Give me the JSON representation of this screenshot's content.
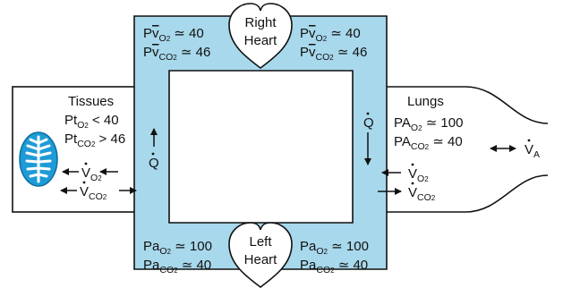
{
  "colors": {
    "loop_fill": "#a8d8ec",
    "stroke": "#111111",
    "cell_blue": "#1e9bd7"
  },
  "icons": {
    "cell": "mitochondrion-cell-icon",
    "heart": "heart-shape-icon"
  },
  "right_heart": {
    "line1": "Right",
    "line2": "Heart"
  },
  "left_heart": {
    "line1": "Left",
    "line2": "Heart"
  },
  "venous": {
    "left_o2": {
      "prefix": "P",
      "var": "v",
      "sub": "O",
      "sub2": "2",
      "rel": " ≃ 40"
    },
    "left_co2": {
      "prefix": "P",
      "var": "v",
      "sub": "CO",
      "sub2": "2",
      "rel": " ≃ 46"
    },
    "right_o2": {
      "prefix": "P",
      "var": "v",
      "sub": "O",
      "sub2": "2",
      "rel": " ≃ 40"
    },
    "right_co2": {
      "prefix": "P",
      "var": "v",
      "sub": "CO",
      "sub2": "2",
      "rel": " ≃ 46"
    }
  },
  "arterial": {
    "left_o2": {
      "prefix": "Pa",
      "sub": "O",
      "sub2": "2",
      "rel": " ≃ 100"
    },
    "left_co2": {
      "prefix": "Pa",
      "sub": "CO",
      "sub2": "2",
      "rel": " ≃ 40"
    },
    "right_o2": {
      "prefix": "Pa",
      "sub": "O",
      "sub2": "2",
      "rel": " ≃ 100"
    },
    "right_co2": {
      "prefix": "Pa",
      "sub": "CO",
      "sub2": "2",
      "rel": " ≃ 40"
    }
  },
  "tissues": {
    "title": "Tissues",
    "o2": {
      "prefix": "Pt",
      "sub": "O",
      "sub2": "2",
      "rel": " < 40"
    },
    "co2": {
      "prefix": "Pt",
      "sub": "CO",
      "sub2": "2",
      "rel": " > 46"
    },
    "vo2": {
      "prefix": "V",
      "sub": "O",
      "sub2": "2"
    },
    "vco2": {
      "prefix": "V",
      "sub": "CO",
      "sub2": "2"
    }
  },
  "lungs": {
    "title": "Lungs",
    "o2": {
      "prefix": "PA",
      "sub": "O",
      "sub2": "2",
      "rel": " ≃ 100"
    },
    "co2": {
      "prefix": "PA",
      "sub": "CO",
      "sub2": "2",
      "rel": " ≃ 40"
    },
    "vo2": {
      "prefix": "V",
      "sub": "O",
      "sub2": "2"
    },
    "vco2": {
      "prefix": "V",
      "sub": "CO",
      "sub2": "2"
    },
    "va": {
      "prefix": "V",
      "sub": "A"
    }
  },
  "flow": {
    "left_q": "Q",
    "right_q": "Q"
  }
}
